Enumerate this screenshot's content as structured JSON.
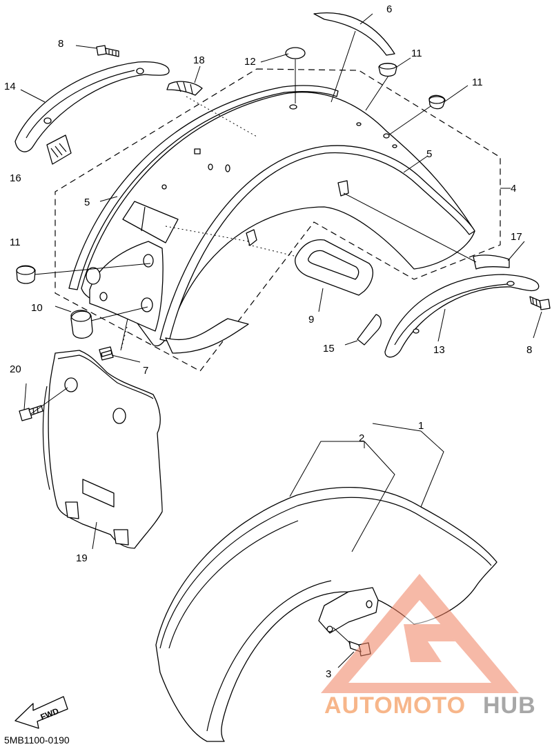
{
  "diagram_code": "5MB1100-0190",
  "fwd_label": "FWD",
  "watermark": {
    "part1": "AUTOMOTO",
    "part2": "HUB",
    "color_primary": "#f08060",
    "color_secondary": "#a7a7a7"
  },
  "callouts": {
    "c1": "1",
    "c2": "2",
    "c3": "3",
    "c4": "4",
    "c5a": "5",
    "c5b": "5",
    "c6": "6",
    "c7": "7",
    "c8a": "8",
    "c8b": "8",
    "c9": "9",
    "c10": "10",
    "c11a": "11",
    "c11b": "11",
    "c11c": "11",
    "c12": "12",
    "c13": "13",
    "c14": "14",
    "c15": "15",
    "c16": "16",
    "c17": "17",
    "c18": "18",
    "c19": "19",
    "c20": "20"
  }
}
